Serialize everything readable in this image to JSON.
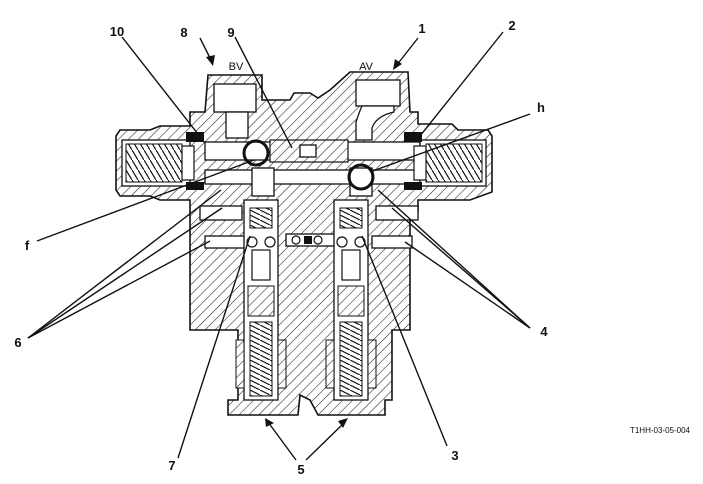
{
  "figure": {
    "reference_code": "T1HH-03-05-004",
    "ports": {
      "bv": "BV",
      "av": "AV"
    },
    "callouts": {
      "c1": "1",
      "c2": "2",
      "c3": "3",
      "c4": "4",
      "c5": "5",
      "c6": "6",
      "c7": "7",
      "c8": "8",
      "c9": "9",
      "c10": "10",
      "f": "f",
      "h": "h"
    }
  }
}
